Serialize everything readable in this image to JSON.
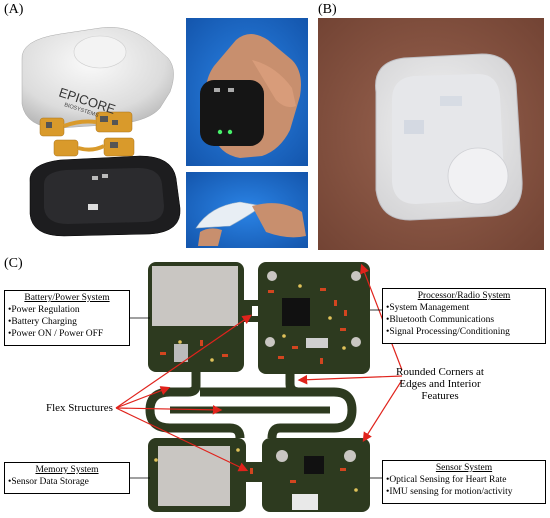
{
  "panels": {
    "a": "(A)",
    "b": "(B)",
    "c": "(C)"
  },
  "logo": {
    "brand": "EPICORE",
    "sub": "BIOSYSTEMS"
  },
  "boxes": {
    "battery": {
      "title": "Battery/Power System",
      "items": [
        "•Power Regulation",
        "•Battery Charging",
        "•Power ON / Power OFF"
      ]
    },
    "processor": {
      "title": "Processor/Radio System",
      "items": [
        "•System Management",
        "•Bluetooth Communications",
        "•Signal Processing/Conditioning"
      ]
    },
    "memory": {
      "title": "Memory System",
      "items": [
        "•Sensor Data Storage"
      ]
    },
    "sensor": {
      "title": "Sensor System",
      "items": [
        "•Optical Sensing for Heart Rate",
        "•IMU sensing for motion/activity"
      ]
    }
  },
  "annotations": {
    "flex": "Flex Structures",
    "rounded_line1": "Rounded Corners at",
    "rounded_line2": "Edges and Interior",
    "rounded_line3": "Features"
  },
  "colors": {
    "pcb": "#2d3a1f",
    "pad": "#c9c6c2",
    "trace": "#6a7540",
    "arrow": "#e0231c",
    "photo_blue": "#1f6fd1",
    "skin": "#8a5643"
  }
}
